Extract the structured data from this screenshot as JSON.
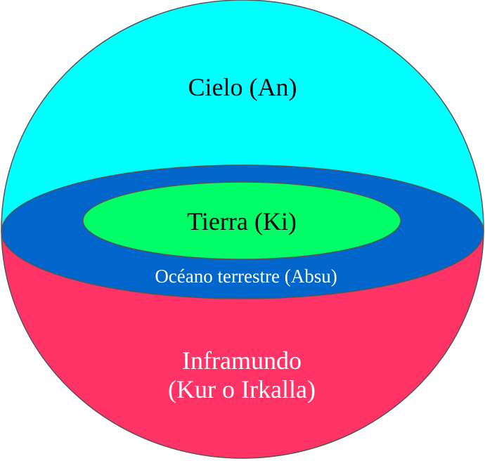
{
  "diagram": {
    "regions": {
      "heaven": {
        "label": "Cielo (An)",
        "color": "#00ffff"
      },
      "earth": {
        "label": "Tierra (Ki)",
        "color": "#00ff66"
      },
      "ocean": {
        "label": "Océano terrestre (Absu)",
        "color": "#0066cc"
      },
      "underworld": {
        "label_line1": "Inframundo",
        "label_line2": "(Kur o Irkalla)",
        "color": "#ff3366"
      }
    },
    "outline_color": "#555555"
  }
}
